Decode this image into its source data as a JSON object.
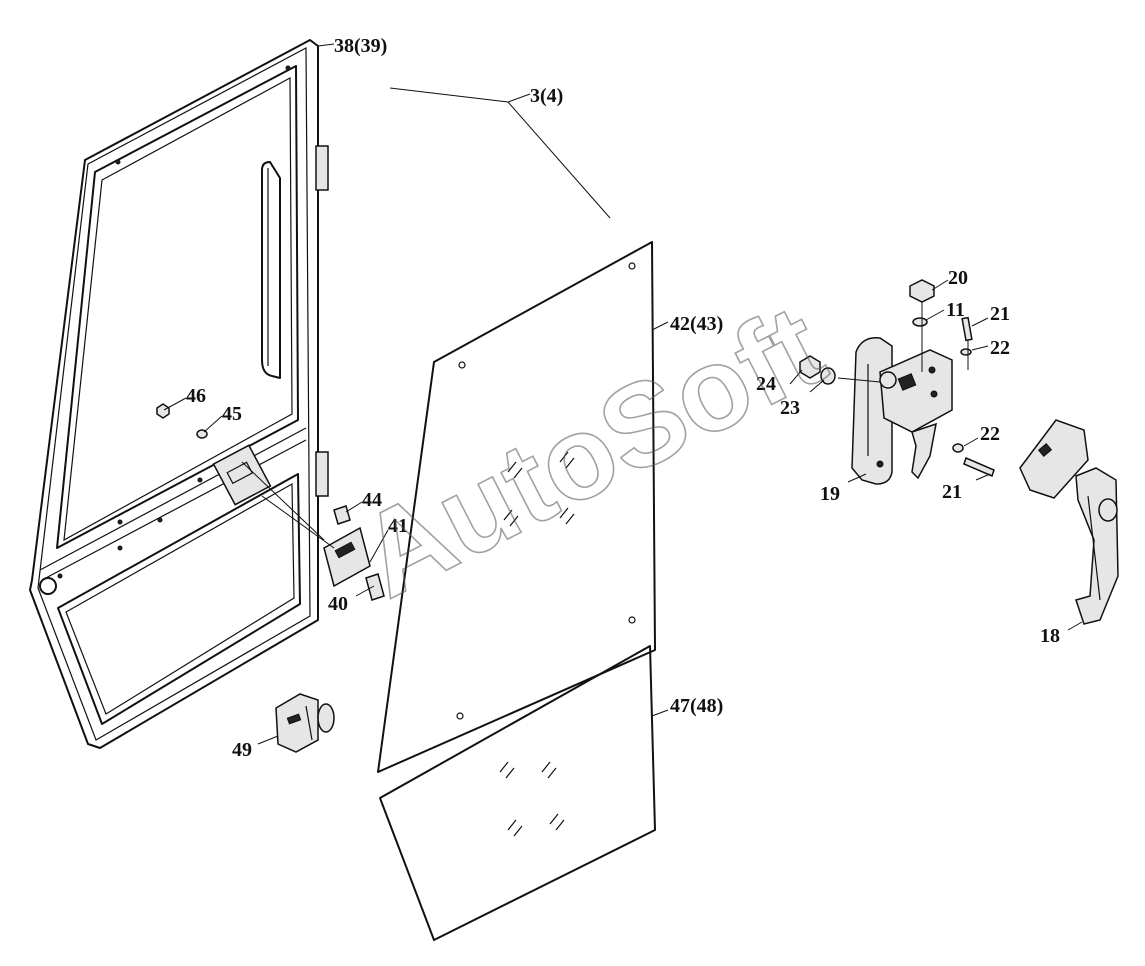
{
  "watermark": "AutoSoft",
  "callouts": [
    {
      "id": "door",
      "label": "38(39)"
    },
    {
      "id": "assembly",
      "label": "3(4)"
    },
    {
      "id": "upper-glass",
      "label": "42(43)"
    },
    {
      "id": "lower-glass",
      "label": "47(48)"
    },
    {
      "id": "nut-20",
      "label": "20"
    },
    {
      "id": "washer-11",
      "label": "11"
    },
    {
      "id": "screw-21a",
      "label": "21"
    },
    {
      "id": "washer-22a",
      "label": "22"
    },
    {
      "id": "nut-24",
      "label": "24"
    },
    {
      "id": "washer-23",
      "label": "23"
    },
    {
      "id": "washer-22b",
      "label": "22"
    },
    {
      "id": "screw-21b",
      "label": "21"
    },
    {
      "id": "handle-19",
      "label": "19"
    },
    {
      "id": "handle-18",
      "label": "18"
    },
    {
      "id": "nut-46",
      "label": "46"
    },
    {
      "id": "washer-45",
      "label": "45"
    },
    {
      "id": "bolt-44",
      "label": "44"
    },
    {
      "id": "plate-41",
      "label": "41"
    },
    {
      "id": "screw-40",
      "label": "40"
    },
    {
      "id": "latch-49",
      "label": "49"
    }
  ]
}
